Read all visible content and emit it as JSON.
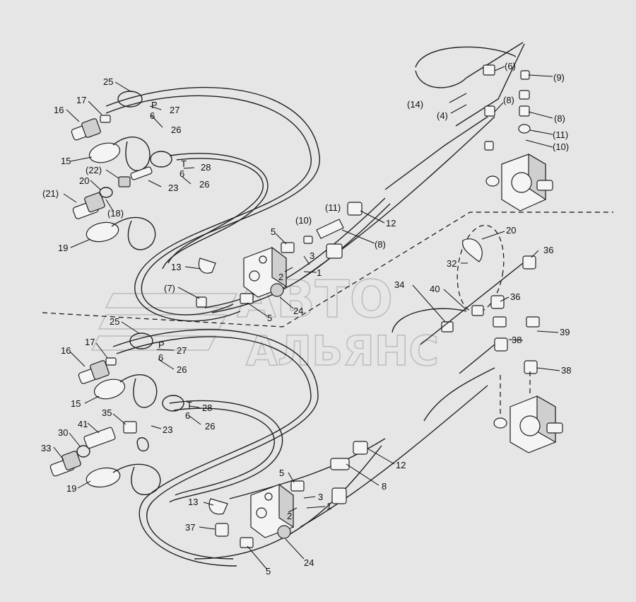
{
  "diagram": {
    "watermark": [
      "АВТО",
      "АЛЬЯНС"
    ],
    "upper_labels": {
      "l25": "25",
      "l17": "17",
      "l16": "16",
      "l27": "27",
      "lP": "P",
      "l6a": "6",
      "l26a": "26",
      "l15": "15",
      "l22": "(22)",
      "l20": "20",
      "l21": "(21)",
      "l18": "(18)",
      "l23": "23",
      "lT": "T",
      "l28": "28",
      "l6b": "6",
      "l26b": "26",
      "l19": "19",
      "l14": "(14)",
      "l4": "(4)",
      "l6p": "(6)",
      "l9": "(9)",
      "l8a": "(8)",
      "l8b": "(8)",
      "l11a": "(11)",
      "l10a": "(10)",
      "l10b": "(10)",
      "l11b": "(11)",
      "l12": "12",
      "l8c": "(8)",
      "l5a": "5",
      "l13": "13",
      "l7": "(7)",
      "l3": "3",
      "l2": "2",
      "l1": "1",
      "l24": "24",
      "l5b": "5"
    },
    "right_labels": {
      "l20": "20",
      "l32": "32",
      "l36a": "36",
      "l34": "34",
      "l40": "40",
      "l36b": "36",
      "l39": "39",
      "l38a": "38",
      "l38b": "38"
    },
    "lower_labels": {
      "l25": "25",
      "l17": "17",
      "l16": "16",
      "lP": "P",
      "l27": "27",
      "l6a": "6",
      "l26a": "26",
      "l15": "15",
      "l35": "35",
      "l41": "41",
      "l30": "30",
      "l33": "33",
      "lT": "T",
      "l28": "28",
      "l6b": "6",
      "l26b": "26",
      "l23": "23",
      "l19": "19",
      "l12": "12",
      "l5a": "5",
      "l8": "8",
      "l3": "3",
      "l13": "13",
      "l2": "2",
      "l1": "1",
      "l37": "37",
      "l5b": "5",
      "l24": "24"
    }
  }
}
